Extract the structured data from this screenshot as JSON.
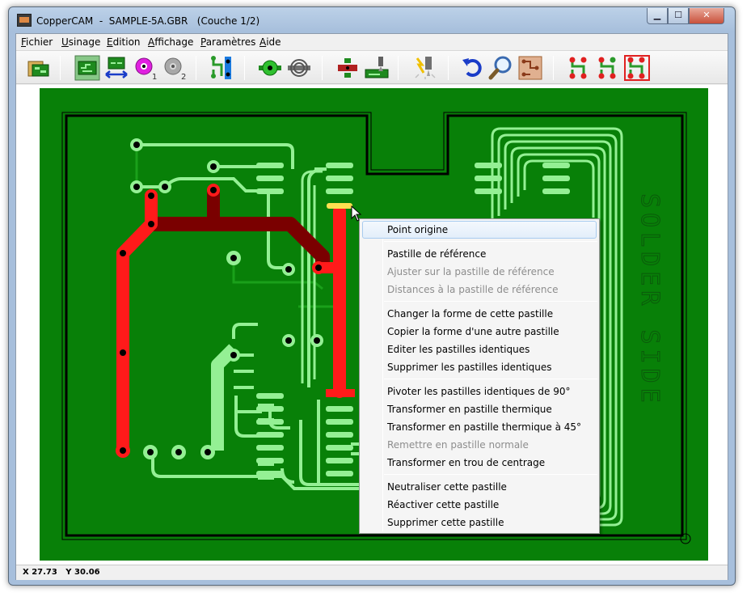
{
  "window": {
    "title": "CopperCAM  -  SAMPLE-5A.GBR   (Couche 1/2)",
    "minimize_glyph": "▁",
    "maximize_glyph": "☐",
    "close_glyph": "✕"
  },
  "menu": {
    "items": [
      {
        "label": "Fichier",
        "accel": "F"
      },
      {
        "label": "Usinage",
        "accel": "U"
      },
      {
        "label": "Edition",
        "accel": "E"
      },
      {
        "label": "Affichage",
        "accel": "A"
      },
      {
        "label": "Paramètres",
        "accel": "P"
      },
      {
        "label": "Aide",
        "accel": "A"
      }
    ]
  },
  "toolbar": {
    "icons": [
      "open-icon",
      "board-view-icon",
      "mirror-icon",
      "drill-1-icon",
      "drill-2-icon",
      "track-icon",
      "pad-icon",
      "pad-hollow-icon",
      "contour-icon",
      "machining-icon",
      "spark-icon",
      "undo-icon",
      "zoom-icon",
      "board-layout-icon",
      "route-1-icon",
      "route-2-icon",
      "route-3-icon"
    ],
    "drill1_label": "1",
    "drill2_label": "2"
  },
  "board": {
    "silkscreen_text": "SOLDER SIDE",
    "colors": {
      "background": "#088008",
      "track": "#94f094",
      "track_dark": "#1aa01a",
      "selected": "#ff1a1a",
      "selected_dark": "#7a0000",
      "highlight": "#ffe050",
      "outline": "#000000"
    }
  },
  "context_menu": {
    "items": [
      {
        "label": "Point origine",
        "state": "highlighted"
      },
      {
        "label": "Pastille de référence",
        "state": "enabled"
      },
      {
        "label": "Ajuster sur la pastille de référence",
        "state": "disabled"
      },
      {
        "label": "Distances à la pastille de référence",
        "state": "disabled"
      },
      {
        "label": "Changer la forme de cette pastille",
        "state": "enabled"
      },
      {
        "label": "Copier la forme d'une autre pastille",
        "state": "enabled"
      },
      {
        "label": "Editer les pastilles identiques",
        "state": "enabled"
      },
      {
        "label": "Supprimer les pastilles identiques",
        "state": "enabled"
      },
      {
        "label": "Pivoter les pastilles identiques de 90°",
        "state": "enabled"
      },
      {
        "label": "Transformer en pastille thermique",
        "state": "enabled"
      },
      {
        "label": "Transformer en pastille thermique à 45°",
        "state": "enabled"
      },
      {
        "label": "Remettre en pastille normale",
        "state": "disabled"
      },
      {
        "label": "Transformer en trou de centrage",
        "state": "enabled"
      },
      {
        "label": "Neutraliser cette pastille",
        "state": "enabled"
      },
      {
        "label": "Réactiver cette pastille",
        "state": "enabled"
      },
      {
        "label": "Supprimer cette pastille",
        "state": "enabled"
      }
    ]
  },
  "status": {
    "coords": "X 27.73   Y 30.06"
  }
}
